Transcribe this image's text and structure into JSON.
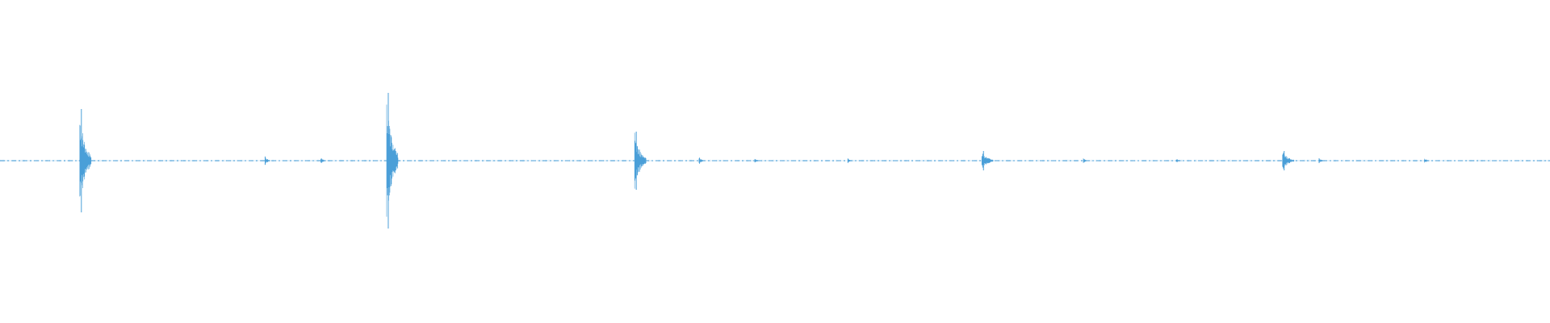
{
  "waveform": {
    "color": "#4a9fd8",
    "background": "#ffffff",
    "bursts": [
      {
        "t": 0.0525,
        "amp": 0.16
      },
      {
        "t": 0.2505,
        "amp": 0.21
      },
      {
        "t": 0.4105,
        "amp": 0.09
      },
      {
        "t": 0.6345,
        "amp": 0.03
      },
      {
        "t": 0.8285,
        "amp": 0.03
      }
    ],
    "minor_events": [
      {
        "t": 0.172,
        "amp": 0.015
      },
      {
        "t": 0.208,
        "amp": 0.012
      },
      {
        "t": 0.452,
        "amp": 0.012
      },
      {
        "t": 0.488,
        "amp": 0.008
      },
      {
        "t": 0.548,
        "amp": 0.008
      },
      {
        "t": 0.7,
        "amp": 0.008
      },
      {
        "t": 0.76,
        "amp": 0.008
      },
      {
        "t": 0.852,
        "amp": 0.012
      },
      {
        "t": 0.92,
        "amp": 0.008
      }
    ]
  }
}
